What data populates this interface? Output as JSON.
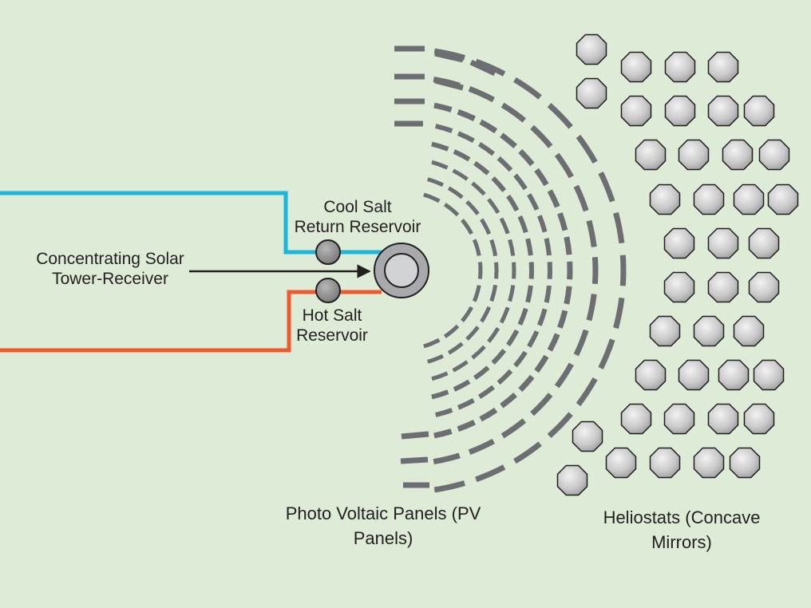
{
  "labels": {
    "tower": [
      "Concentrating Solar",
      "Tower-Receiver"
    ],
    "cool_salt": [
      "Cool Salt",
      "Return Reservoir"
    ],
    "hot_salt": [
      "Hot Salt",
      "Reservoir"
    ],
    "pv_panels": [
      "Photo Voltaic Panels (PV",
      "Panels)"
    ],
    "heliostats": [
      "Heliostats (Concave",
      "Mirrors)"
    ]
  },
  "colors": {
    "background": "#ddebd7",
    "cool_pipe": "#1cb6dc",
    "hot_pipe": "#ee5a2d",
    "panel": "#6d6e71",
    "mirror_fill": "#c4c4c4",
    "outline": "#231f20"
  },
  "icons": [
    "tower-receiver-icon",
    "reservoir-icon",
    "pv-panel-icon",
    "heliostat-icon",
    "arrow-icon"
  ]
}
